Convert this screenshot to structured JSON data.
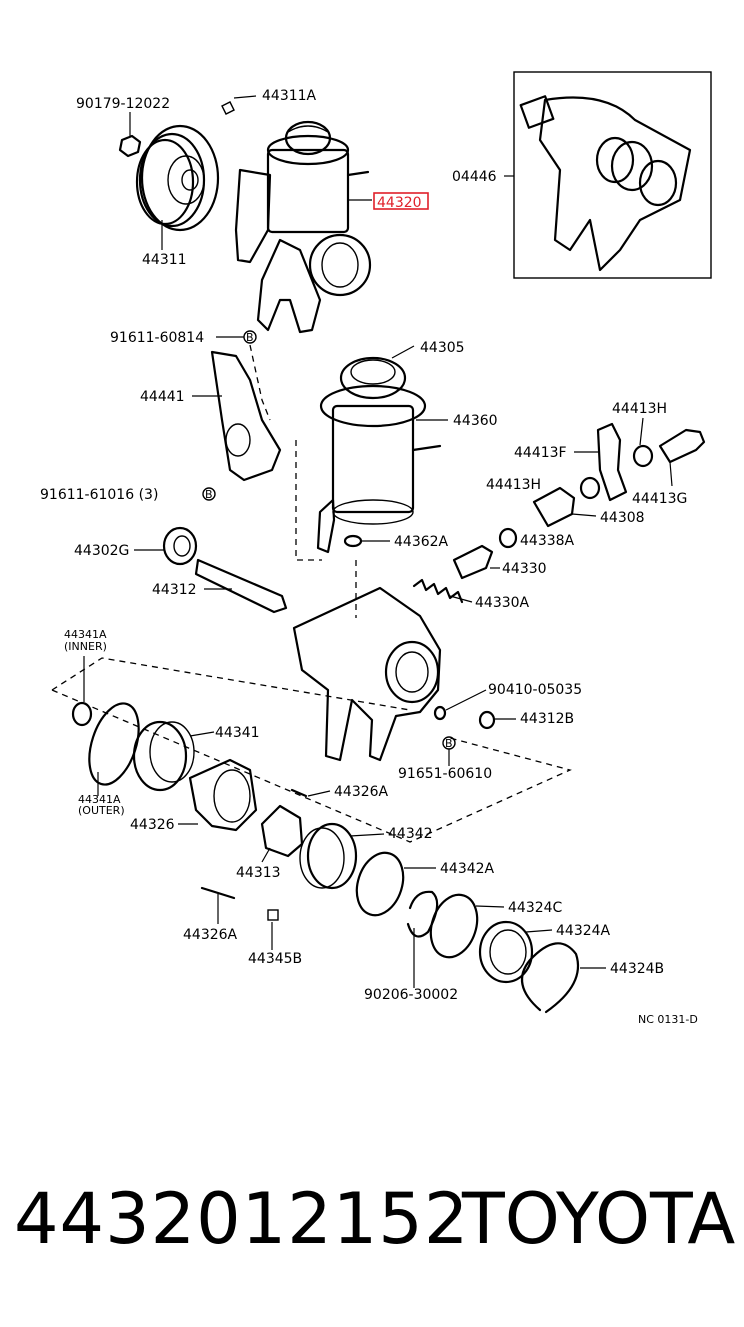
{
  "labels": {
    "p90179": "90179-12022",
    "p44311A": "44311A",
    "p44311": "44311",
    "p44320": "44320",
    "p04446": "04446",
    "p91611_60814": "91611-60814",
    "p44305": "44305",
    "p44441": "44441",
    "p44360": "44360",
    "p44413H_top": "44413H",
    "p44413F": "44413F",
    "p91611_61016": "91611-61016 (3)",
    "p44413H": "44413H",
    "p44413G": "44413G",
    "p44308": "44308",
    "p44338A": "44338A",
    "p44302G": "44302G",
    "p44362A": "44362A",
    "p44330": "44330",
    "p44312": "44312",
    "p44330A": "44330A",
    "p44341A_inner": "44341A",
    "p44341A_inner_note": "(INNER)",
    "p90410": "90410-05035",
    "p44312B": "44312B",
    "p44341": "44341",
    "p91651": "91651-60610",
    "p44341A_outer": "44341A",
    "p44341A_outer_note": "(OUTER)",
    "p44326A_1": "44326A",
    "p44326": "44326",
    "p44342": "44342",
    "p44313": "44313",
    "p44342A": "44342A",
    "p44324C": "44324C",
    "p44326A_2": "44326A",
    "p44324A": "44324A",
    "p44345B": "44345B",
    "p44324B": "44324B",
    "p90206": "90206-30002",
    "code": "NC  0131-D",
    "bolt_marker": "B"
  },
  "highlight": {
    "part": "44320",
    "color": "#e0202a"
  },
  "footer": {
    "part_number": "4432012152",
    "brand": "TOYOTA"
  }
}
